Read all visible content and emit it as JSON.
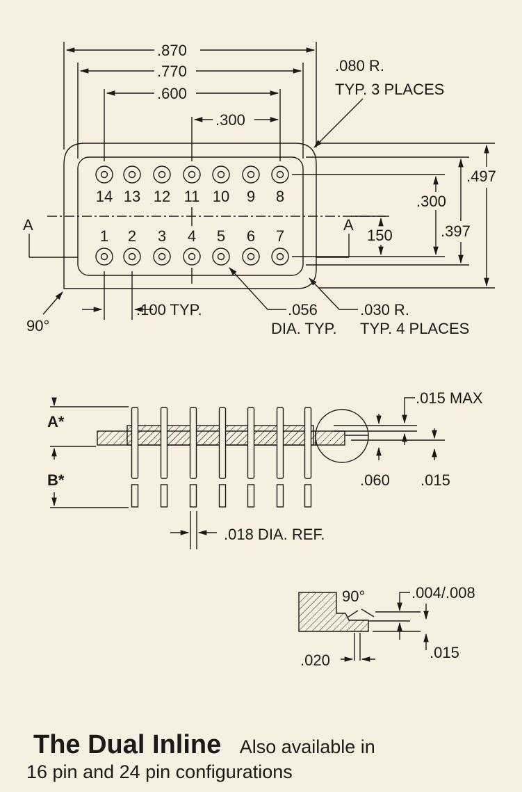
{
  "top_view": {
    "dim_overall_length": ".870",
    "dim_pad_length": ".770",
    "dim_pin_span": ".600",
    "dim_half_span": ".300",
    "corner_note_1": ".080 R.",
    "corner_note_2": "TYP. 3 PLACES",
    "dim_overall_width": ".497",
    "dim_row_spacing": ".300",
    "dim_pad_width": ".397",
    "dim_centerline": "150",
    "section_mark": "A",
    "angle_label": "90°",
    "pitch_label": ".100 TYP.",
    "hole_dia_1": ".056",
    "hole_dia_2": "DIA. TYP.",
    "small_radius_1": ".030 R.",
    "small_radius_2": "TYP. 4 PLACES",
    "top_row_pins": [
      "14",
      "13",
      "12",
      "11",
      "10",
      "9",
      "8"
    ],
    "bottom_row_pins": [
      "1",
      "2",
      "3",
      "4",
      "5",
      "6",
      "7"
    ]
  },
  "side_view": {
    "label_a": "A*",
    "label_b": "B*",
    "dim_max": ".015 MAX",
    "dim_060": ".060",
    "dim_015": ".015",
    "pin_dia": ".018 DIA. REF."
  },
  "detail_view": {
    "angle": "90°",
    "gap": ".004/.008",
    "step": ".015",
    "width": ".020"
  },
  "footer": {
    "title": "The Dual Inline",
    "note_line1": "Also available in",
    "note_line2": "16 pin and 24 pin configurations"
  }
}
